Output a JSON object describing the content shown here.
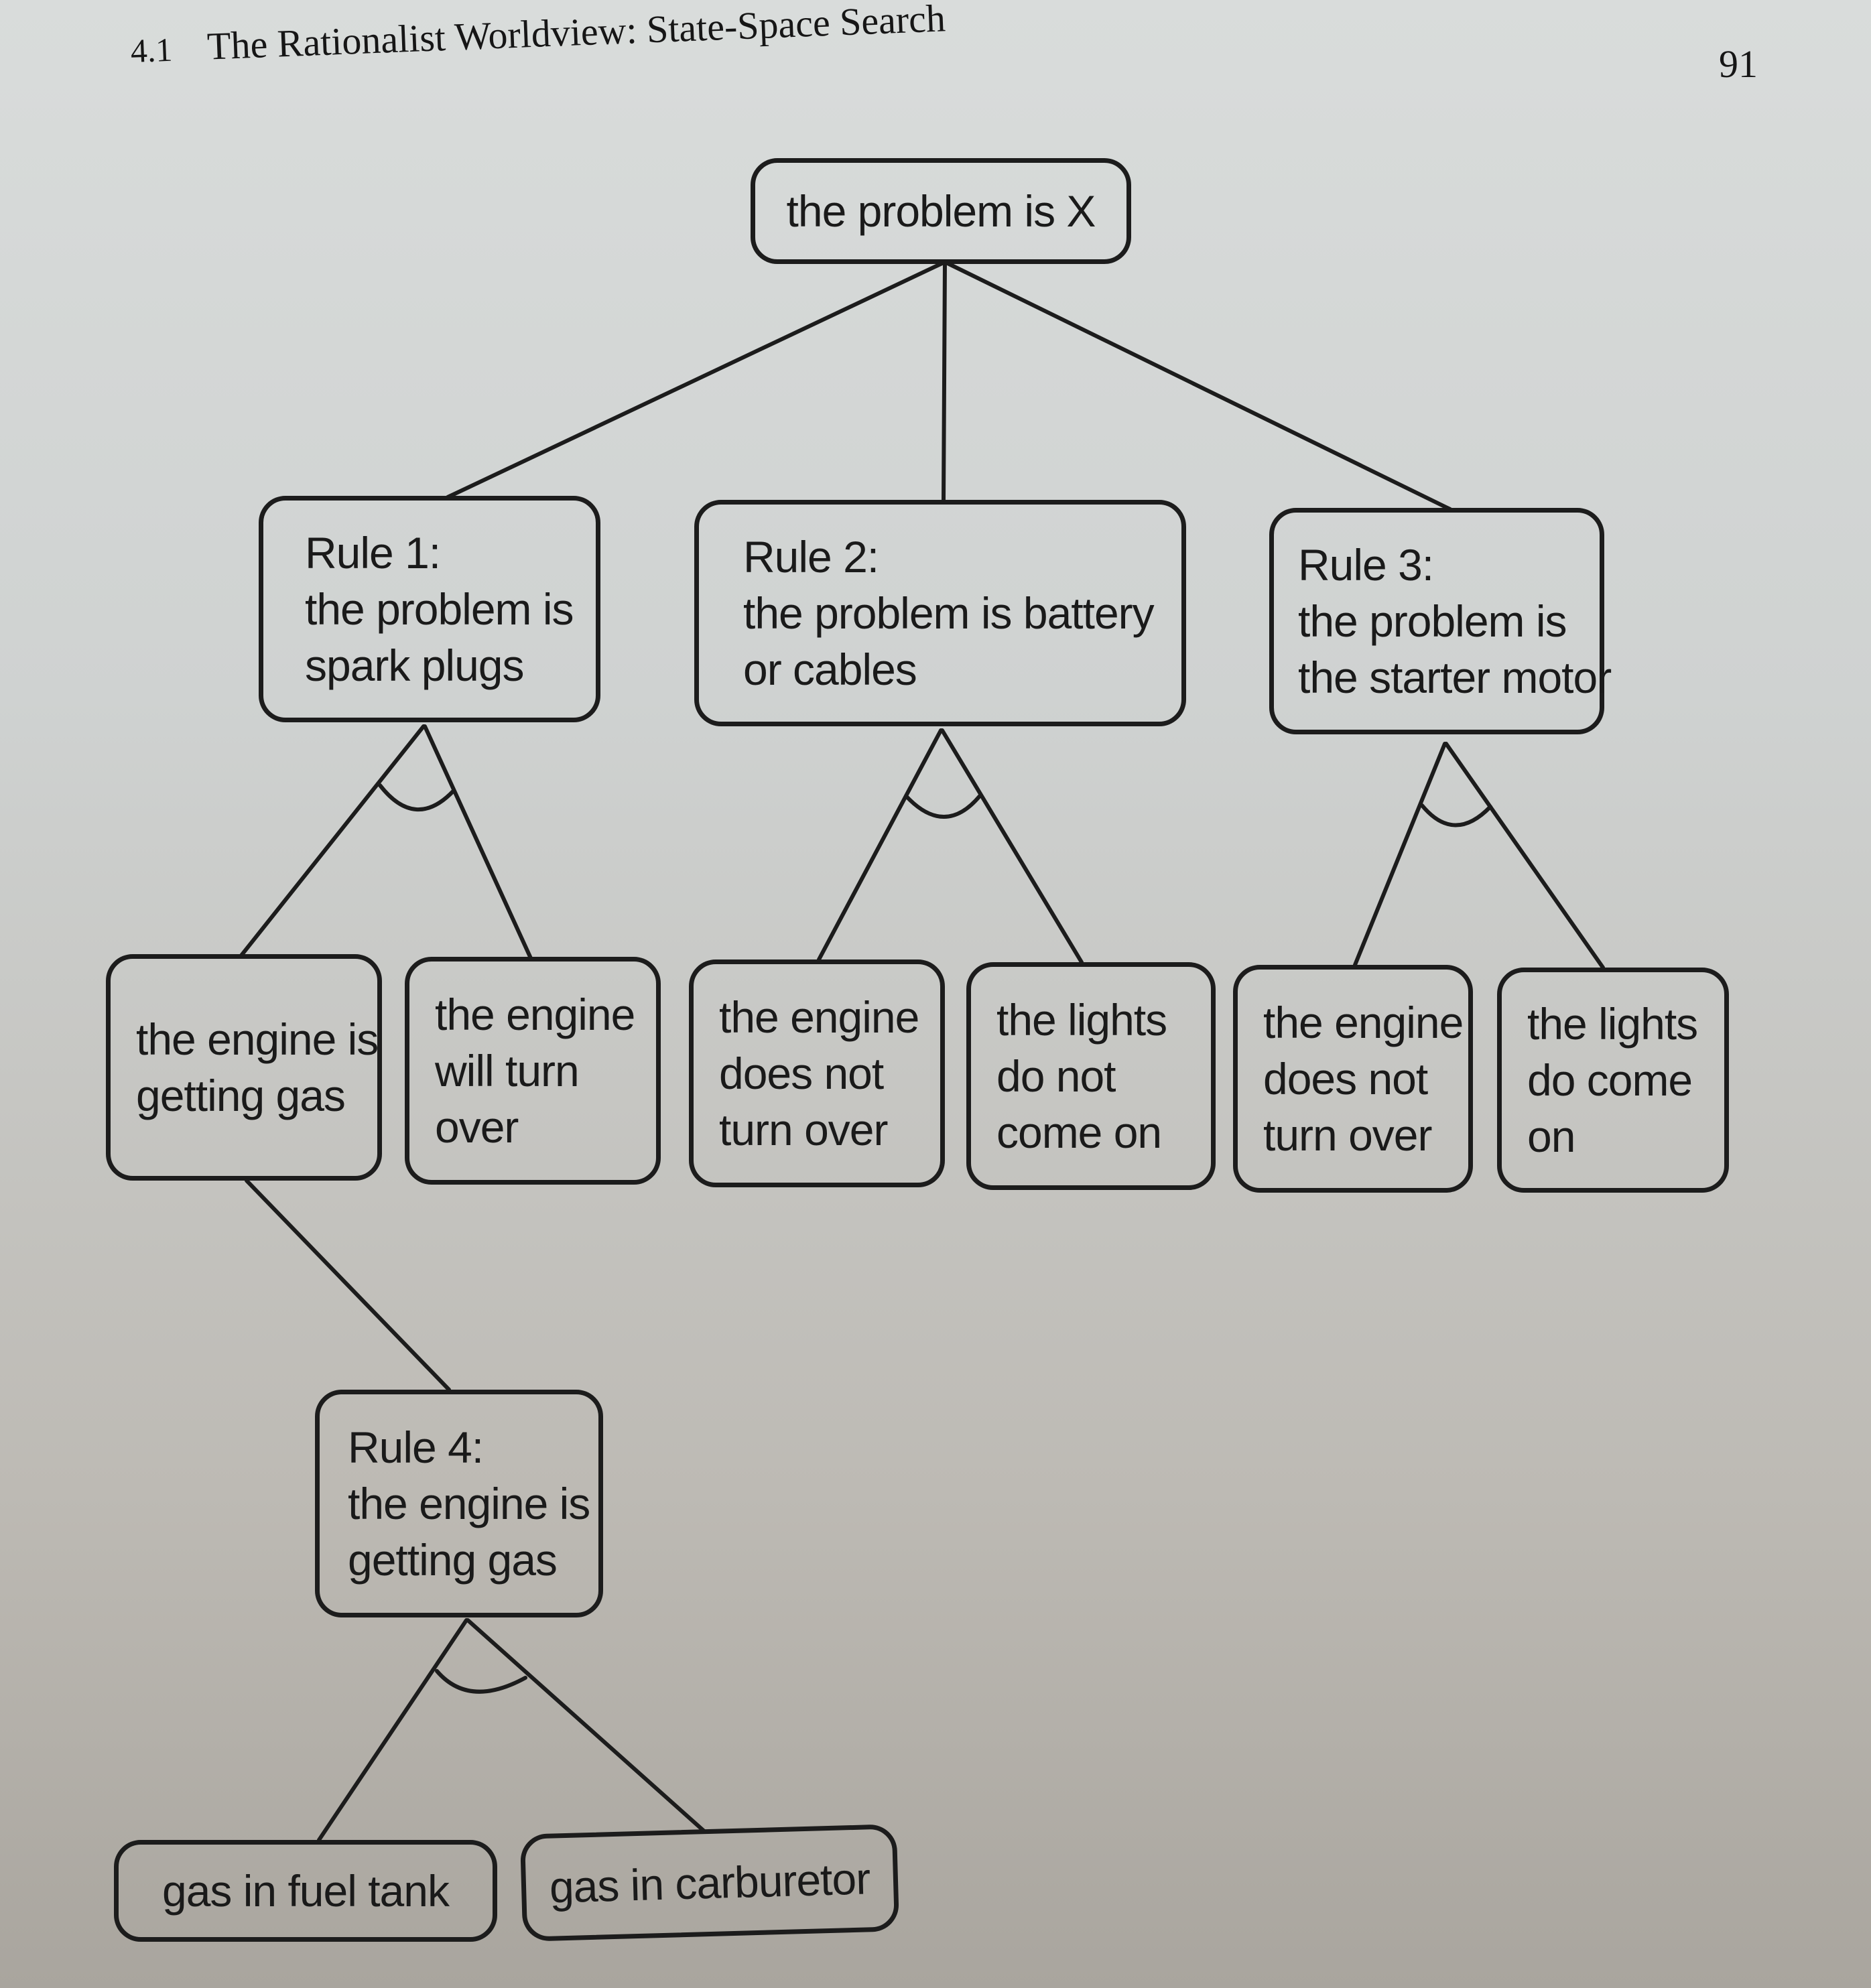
{
  "header": {
    "section_number": "4.1",
    "section_title": "The Rationalist Worldview: State-Space Search",
    "page_number": "91"
  },
  "diagram": {
    "type": "and-or-tree",
    "root": {
      "lines": [
        "the problem is X"
      ]
    },
    "rules": [
      {
        "id": "rule1",
        "lines": [
          "Rule 1:",
          "the problem is",
          "spark plugs"
        ]
      },
      {
        "id": "rule2",
        "lines": [
          "Rule 2:",
          "the problem is battery",
          "or cables"
        ]
      },
      {
        "id": "rule3",
        "lines": [
          "Rule 3:",
          "the problem is",
          "the starter motor"
        ]
      }
    ],
    "conditions": [
      {
        "id": "gas",
        "parent": "rule1",
        "lines": [
          "the engine is",
          "getting gas"
        ]
      },
      {
        "id": "turn",
        "parent": "rule1",
        "lines": [
          "the engine",
          "will turn",
          "over"
        ]
      },
      {
        "id": "dnt1",
        "parent": "rule2",
        "lines": [
          "the engine",
          "does not",
          "turn over"
        ]
      },
      {
        "id": "light1",
        "parent": "rule2",
        "lines": [
          "the lights",
          "do not",
          "come on"
        ]
      },
      {
        "id": "dnt2",
        "parent": "rule3",
        "lines": [
          "the engine",
          "does not",
          "turn over"
        ]
      },
      {
        "id": "light2",
        "parent": "rule3",
        "lines": [
          "the lights",
          "do come",
          "on"
        ]
      }
    ],
    "rule4": {
      "lines": [
        "Rule 4:",
        "the engine is",
        "getting gas"
      ]
    },
    "facts": [
      {
        "id": "tank",
        "lines": [
          "gas in fuel tank"
        ]
      },
      {
        "id": "carb",
        "lines": [
          "gas in carburetor"
        ]
      }
    ],
    "edges": [
      {
        "from": "root",
        "to": "rule1",
        "kind": "or"
      },
      {
        "from": "root",
        "to": "rule2",
        "kind": "or"
      },
      {
        "from": "root",
        "to": "rule3",
        "kind": "or"
      },
      {
        "from": "rule1",
        "to": [
          "gas",
          "turn"
        ],
        "kind": "and"
      },
      {
        "from": "rule2",
        "to": [
          "dnt1",
          "light1"
        ],
        "kind": "and"
      },
      {
        "from": "rule3",
        "to": [
          "dnt2",
          "light2"
        ],
        "kind": "and"
      },
      {
        "from": "gas",
        "to": "rule4",
        "kind": "or"
      },
      {
        "from": "rule4",
        "to": [
          "tank",
          "carb"
        ],
        "kind": "and"
      }
    ]
  },
  "colors": {
    "ink": "#1c1c1c",
    "paper": "#d4d6d5"
  }
}
